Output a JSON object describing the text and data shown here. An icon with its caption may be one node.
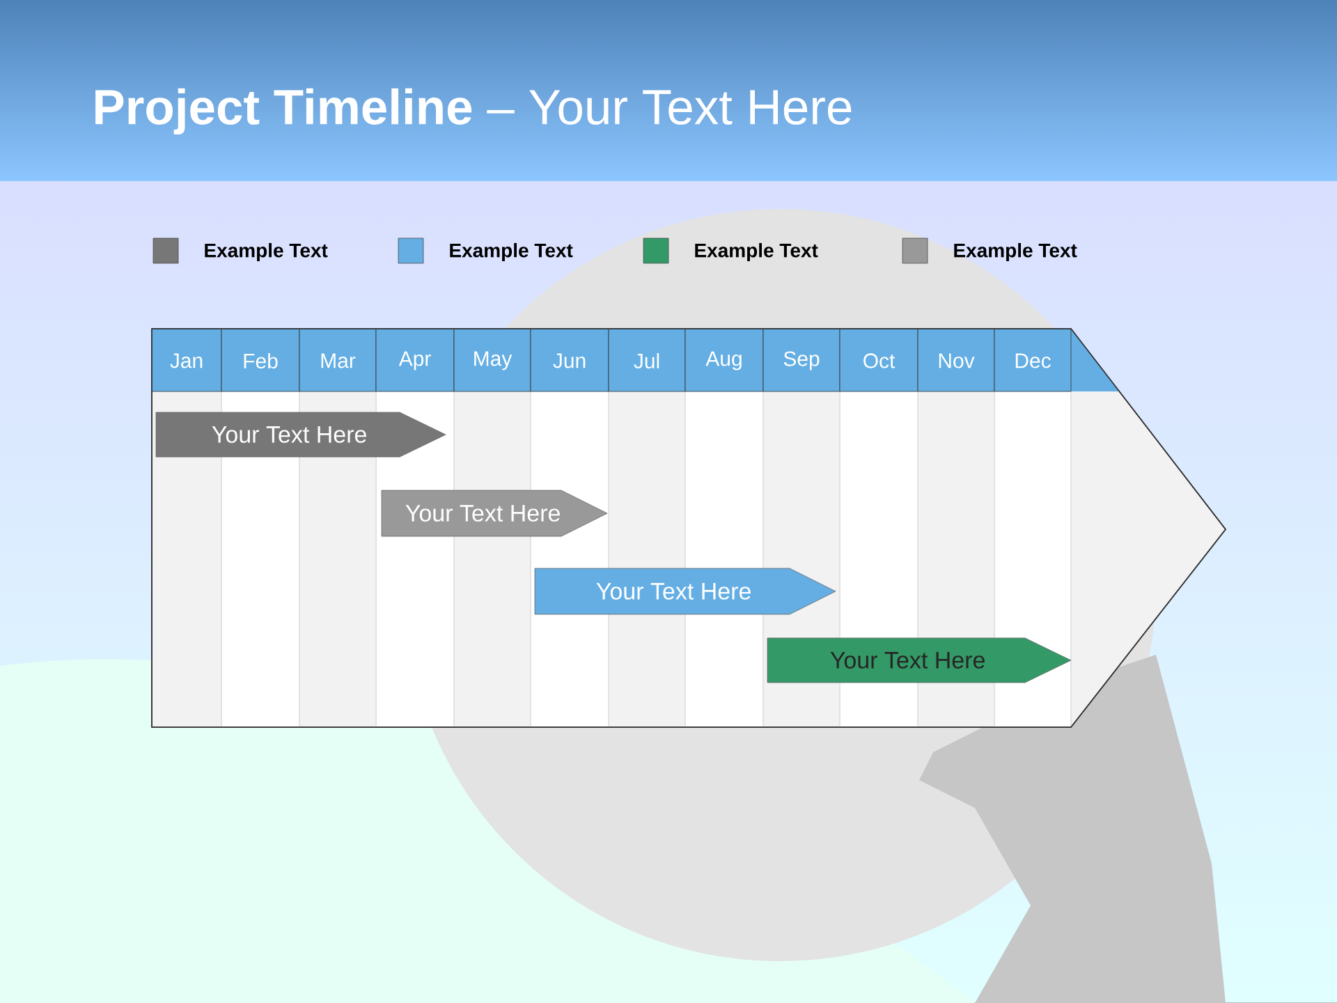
{
  "diagram": {
    "title": "**Project Timeline** – Your Text Here",
    "nodes": [
      {
        "text": [
          "Your  Text Here"
        ]
      },
      {
        "text": [
          "Your  Text Here"
        ]
      },
      {
        "text": [
          "Your  Text Here"
        ]
      },
      {
        "text": [
          "Your  Text Here"
        ]
      }
    ],
    "edges": [],
    "labels": [
      "Jan",
      "Feb",
      "Mar",
      "Apr",
      "May",
      "Jun",
      "Jul",
      "Aug",
      "Sep",
      "Oct",
      "Nov",
      "Dec"
    ],
    "legend": [
      {
        "text": "Example Text",
        "color": "#777777"
      },
      {
        "text": "Example Text",
        "color": "#64aee3"
      },
      {
        "text": "Example Text",
        "color": "#339966"
      },
      {
        "text": "Example Text",
        "color": "#999999"
      }
    ]
  }
}
